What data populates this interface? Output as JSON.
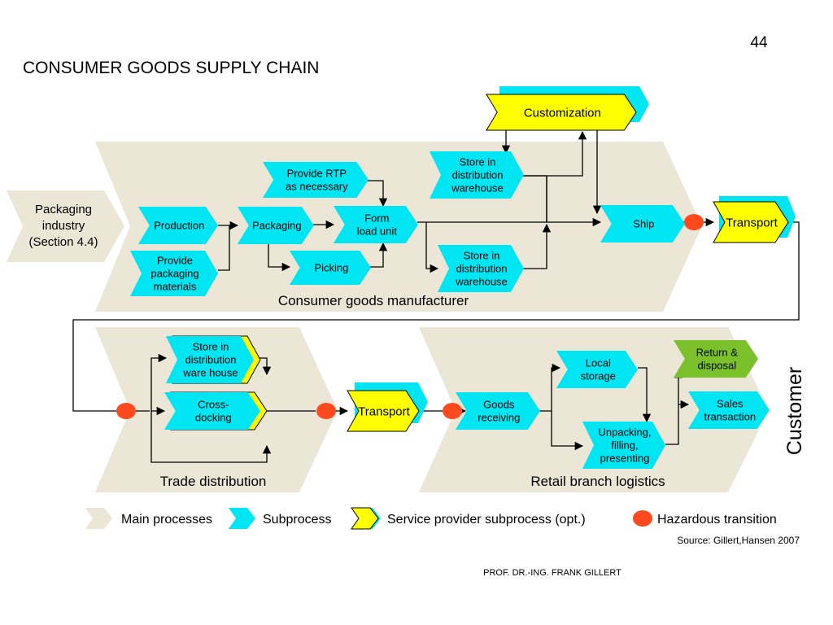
{
  "slide": {
    "page_number": "44",
    "title": "CONSUMER GOODS SUPPLY CHAIN",
    "footer": "PROF. DR.-ING. FRANK GILLERT",
    "source": "Source: Gillert,Hansen 2007"
  },
  "colors": {
    "main_process": "#ebe6d6",
    "subprocess": "#00e5f2",
    "service_provider": "#ffff00",
    "service_provider_back": "#00e5f2",
    "hazard": "#ff4a1f",
    "return_disposal": "#7ac12c",
    "connector": "#000000"
  },
  "areas": {
    "packaging_industry": "Packaging\nindustry\n(Section 4.4)",
    "manufacturer": "Consumer goods manufacturer",
    "trade_distribution": "Trade distribution",
    "retail_logistics": "Retail branch logistics",
    "customer": "Customer"
  },
  "nodes": {
    "customization": "Customization",
    "provide_rtp": "Provide  RTP\nas necessary",
    "store_dw_top": "Store in\ndistribution\nwarehouse",
    "production": "Production",
    "packaging": "Packaging",
    "form_load_unit": "Form\nload unit",
    "ship": "Ship",
    "transport_top": "Transport",
    "provide_packaging": "Provide\npackaging\nmaterials",
    "picking": "Picking",
    "store_dw_bottom": "Store in\ndistribution\nwarehouse",
    "store_dwh_trade": "Store in\ndistribution\nware house",
    "cross_docking": "Cross-\ndocking",
    "transport_mid": "Transport",
    "goods_receiving": "Goods\nreceiving",
    "local_storage": "Local\nstorage",
    "unpacking": "Unpacking,\nfilling,\npresenting",
    "return_disposal": "Return &\ndisposal",
    "sales_transaction": "Sales\ntransaction"
  },
  "legend": [
    {
      "kind": "main",
      "label": "Main processes"
    },
    {
      "kind": "sub",
      "label": "Subprocess"
    },
    {
      "kind": "service",
      "label": "Service provider subprocess (opt.)"
    },
    {
      "kind": "hazard",
      "label": "Hazardous transition"
    }
  ]
}
